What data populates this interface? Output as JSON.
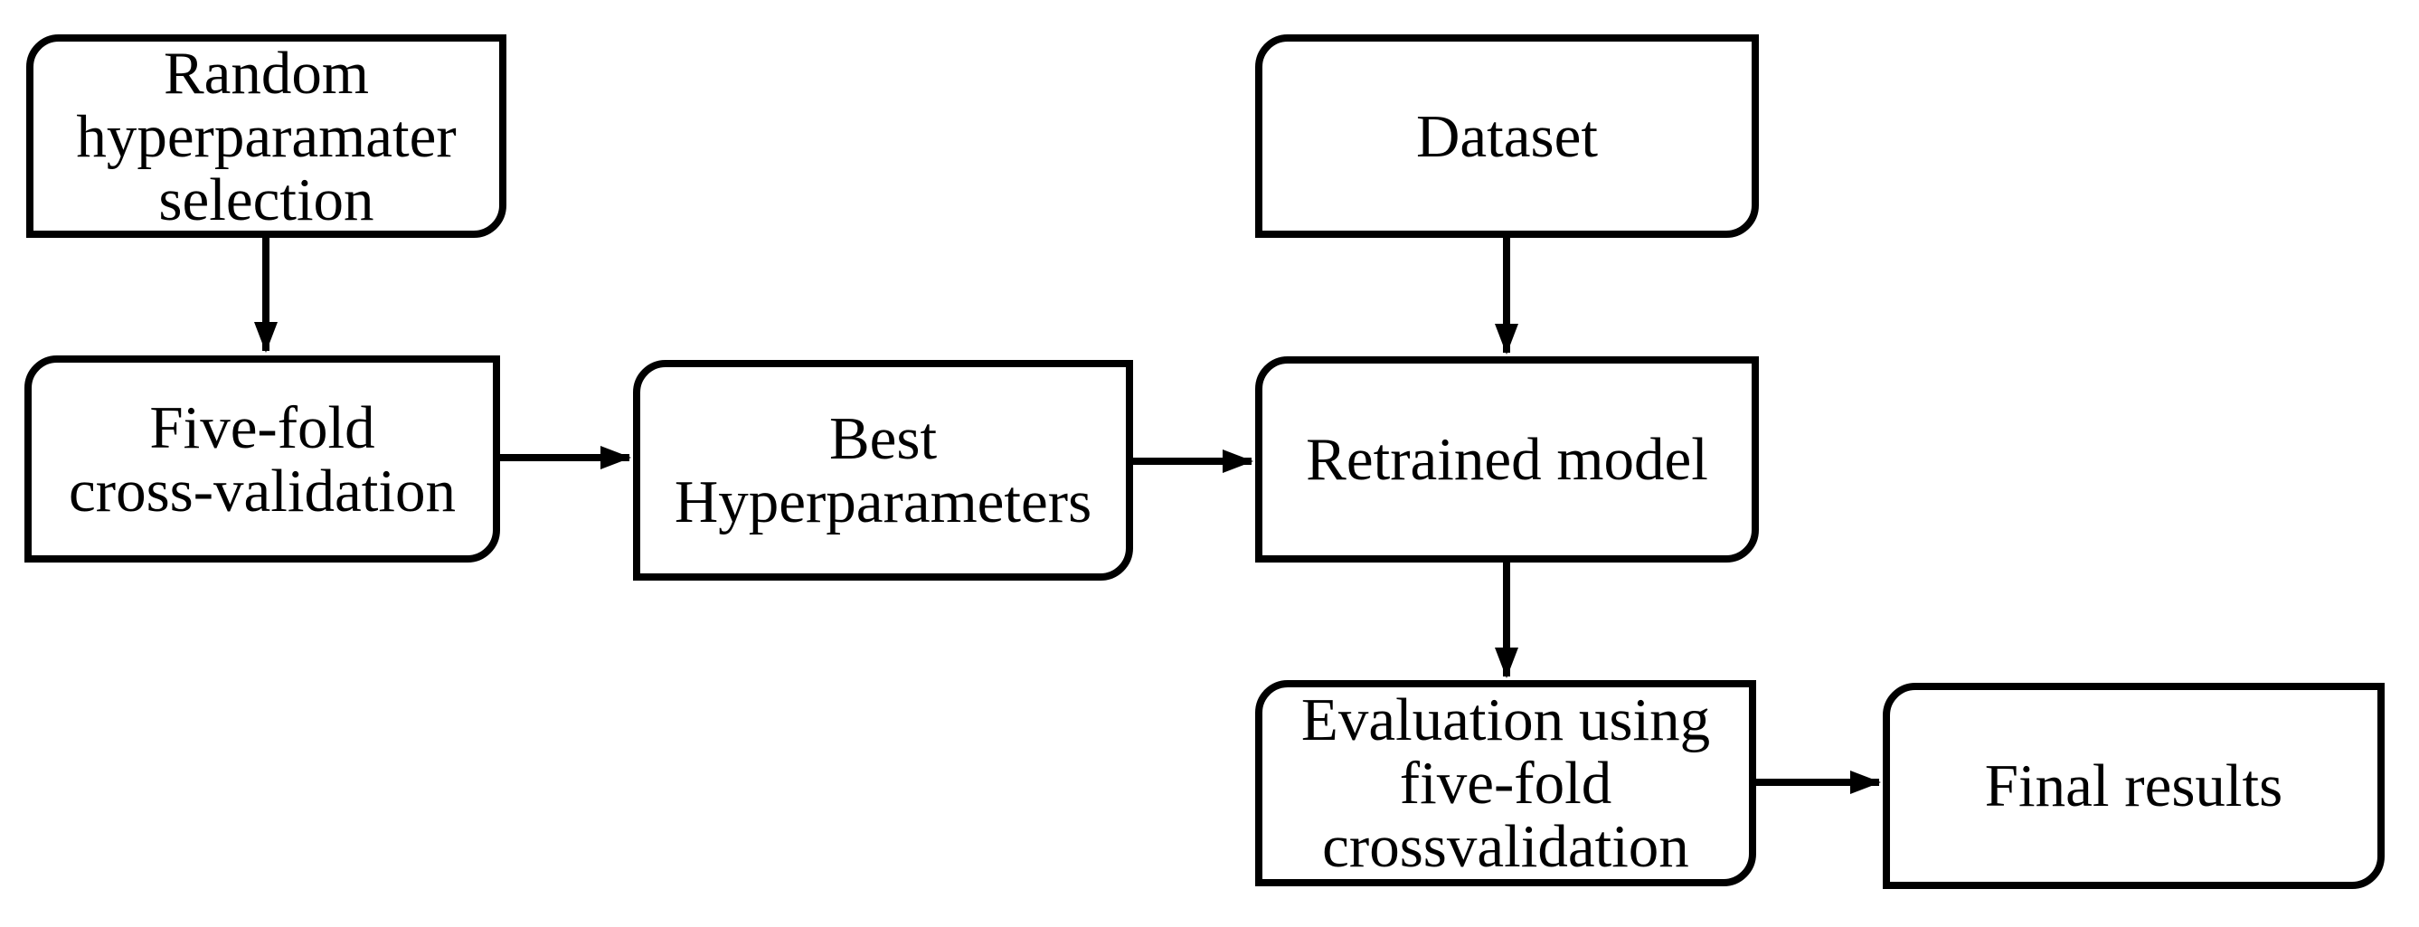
{
  "diagram": {
    "background_color": "#ffffff",
    "stroke_color": "#000000",
    "text_color": "#000000",
    "nodes": [
      {
        "id": "random-hyperparameter-selection",
        "label": "Random\nhyperparamater\nselection"
      },
      {
        "id": "five-fold-cross-validation",
        "label": "Five-fold\ncross-validation"
      },
      {
        "id": "best-hyperparameters",
        "label": "Best\nHyperparameters"
      },
      {
        "id": "dataset",
        "label": "Dataset"
      },
      {
        "id": "retrained-model",
        "label": "Retrained model"
      },
      {
        "id": "evaluation-five-fold",
        "label": "Evaluation using\nfive-fold\ncrossvalidation"
      },
      {
        "id": "final-results",
        "label": "Final results"
      }
    ],
    "edges": [
      {
        "from": "random-hyperparameter-selection",
        "to": "five-fold-cross-validation"
      },
      {
        "from": "five-fold-cross-validation",
        "to": "best-hyperparameters"
      },
      {
        "from": "best-hyperparameters",
        "to": "retrained-model"
      },
      {
        "from": "dataset",
        "to": "retrained-model"
      },
      {
        "from": "retrained-model",
        "to": "evaluation-five-fold"
      },
      {
        "from": "evaluation-five-fold",
        "to": "final-results"
      }
    ]
  }
}
